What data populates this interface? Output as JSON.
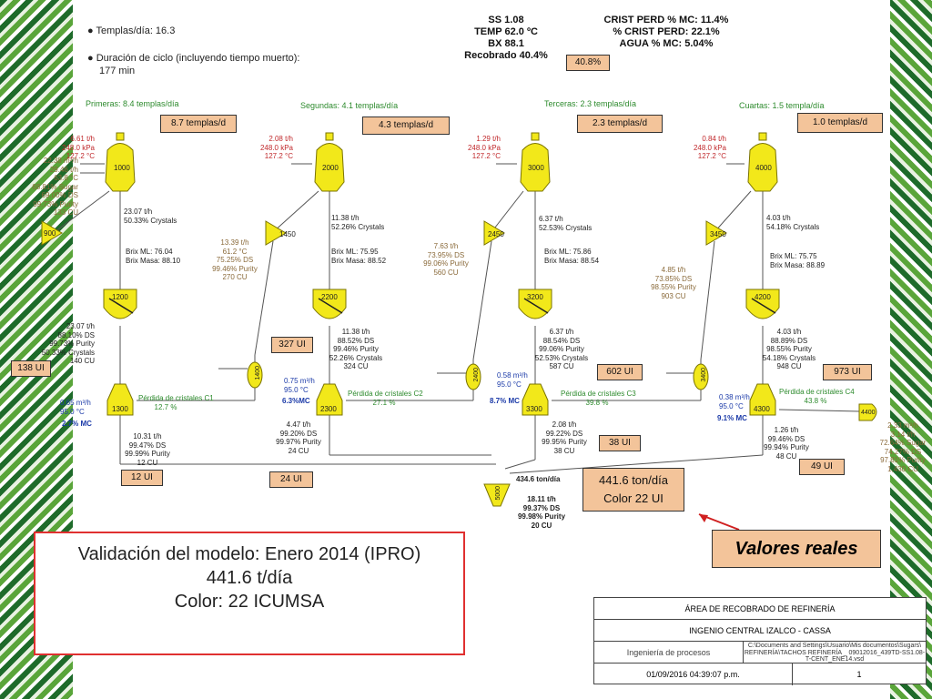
{
  "header": {
    "bullets": [
      "Templas/día: 16.3",
      "Duración de ciclo (incluyendo tiempo muerto):",
      "177 min"
    ],
    "left_block": [
      "SS 1.08",
      "TEMP 62.0 ºC",
      "BX 88.1",
      "Recobrado 40.4%"
    ],
    "right_block": [
      "CRIST PERD % MC: 11.4%",
      "% CRIST PERD: 22.1%",
      "AGUA % MC: 5.04%"
    ],
    "box_40": "40.8%"
  },
  "sections": [
    {
      "title": "Primeras: 8.4 templas/día",
      "box": "8.7 templas/d",
      "steam": [
        "6.61 t/h",
        "248.0 kPa",
        "127.2 °C"
      ],
      "pan": "1000",
      "crystals": [
        "23.07 t/h",
        "50.33% Crystals"
      ],
      "brix": [
        "Brix ML:    76.04",
        "Brix Masa: 88.10"
      ],
      "mixer": "900",
      "crystallizer": "1200",
      "mc": [
        "23.07 t/h",
        "88.10% DS",
        "99.73% Purity",
        "50.33% Crystals",
        "140 CU"
      ],
      "centrifuge": "1300",
      "water": [
        "0.65 m³/h",
        "95.0 °C"
      ],
      "water_mc": "2.7% MC",
      "loss": [
        "Pérdida de cristales C1",
        "12.7 %"
      ],
      "sugar": [
        "10.31 t/h",
        "99.47% DS",
        "99.99% Purity",
        "12 CU"
      ]
    },
    {
      "title": "Segundas: 4.1 templas/día",
      "box": "4.3 templas/d",
      "steam": [
        "2.08 t/h",
        "248.0 kPa",
        "127.2 °C"
      ],
      "pan": "2000",
      "crystals": [
        "11.38 t/h",
        "52.26% Crystals"
      ],
      "brix": [
        "Brix ML:    75.95",
        "Brix Masa: 88.52"
      ],
      "mixer": "1450",
      "crystallizer": "2200",
      "mc": [
        "11.38 t/h",
        "88.52% DS",
        "99.46% Purity",
        "52.26% Crystals",
        "324 CU"
      ],
      "centrifuge": "2300",
      "water": [
        "0.75 m³/h",
        "95.0 °C"
      ],
      "water_mc": "6.3%MC",
      "loss": [
        "Pérdida de cristales C2",
        "27.1 %"
      ],
      "sugar": [
        "4.47 t/h",
        "99.20% DS",
        "99.97% Purity",
        "24 CU"
      ],
      "feed": [
        "13.39 t/h",
        "61.2 °C",
        "75.25% DS",
        "99.46% Purity",
        "270 CU"
      ],
      "pump": "1400"
    },
    {
      "title": "Terceras: 2.3 templas/día",
      "box": "2.3 templas/d",
      "steam": [
        "1.29 t/h",
        "248.0 kPa",
        "127.2 °C"
      ],
      "pan": "3000",
      "crystals": [
        "6.37 t/h",
        "52.53% Crystals"
      ],
      "brix": [
        "Brix ML:    75.86",
        "Brix Masa: 88.54"
      ],
      "mixer": "2450",
      "crystallizer": "3200",
      "mc": [
        "6.37 t/h",
        "88.54% DS",
        "99.06% Purity",
        "52.53% Crystals",
        "587 CU"
      ],
      "centrifuge": "3300",
      "water": [
        "0.58 m³/h",
        "95.0 °C"
      ],
      "water_mc": "8.7% MC",
      "loss": [
        "Pérdida de cristales C3",
        "39.8 %"
      ],
      "sugar": [
        "2.08 t/h",
        "99.22% DS",
        "99.95% Purity",
        "38 CU"
      ],
      "feed": [
        "7.63 t/h",
        "73.95% DS",
        "99.06% Purity",
        "560 CU"
      ],
      "pump": "2400"
    },
    {
      "title": "Cuartas: 1.5 templa/día",
      "box": "1.0 templas/d",
      "steam": [
        "0.84 t/h",
        "248.0 kPa",
        "127.2 °C"
      ],
      "pan": "4000",
      "crystals": [
        "4.03 t/h",
        "54.18% Crystals"
      ],
      "brix": [
        "Brix ML:    75.75",
        "Brix Masa: 88.89"
      ],
      "mixer": "3450",
      "crystallizer": "4200",
      "mc": [
        "4.03 t/h",
        "88.89% DS",
        "98.55% Purity",
        "54.18% Crystals",
        "948 CU"
      ],
      "centrifuge": "4300",
      "water": [
        "0.38 m³/h",
        "95.0 °C"
      ],
      "water_mc": "9.1% MC",
      "loss": [
        "Pérdida de cristales C4",
        "43.8 %"
      ],
      "sugar": [
        "1.26 t/h",
        "99.46% DS",
        "99.94% Purity",
        "48 CU"
      ],
      "feed": [
        "4.85 t/h",
        "73.85% DS",
        "98.55% Purity",
        "903 CU"
      ],
      "pump": "3400"
    }
  ],
  "first_feed": [
    "22.38 m³/h",
    "29.46 t/h",
    "63.8 °C",
    "68.81% Sugar",
    "69.00% DS",
    "99.73% Purity",
    "133 CU"
  ],
  "molasses": {
    "tank": "4400",
    "values": [
      "2.33 m³/h",
      "3.14 t/h",
      "72.64% Sugar",
      "74.27% DS",
      "97.81% Purity",
      "1,430 CU"
    ]
  },
  "product": {
    "hopper": "5000",
    "rate": "434.6 ton/día",
    "values": [
      "18.11 t/h",
      "99.37% DS",
      "99.98% Purity",
      "20 CU"
    ]
  },
  "color_boxes": {
    "c1_mc": "138 UI",
    "c2_mc": "327 UI",
    "c3_mc": "602 UI",
    "c4_mc": "973 UI",
    "s1": "12 UI",
    "s2": "24 UI",
    "s3": "38 UI",
    "s4": "49 UI"
  },
  "real_box": [
    "441.6 ton/día",
    "Color 22 UI"
  ],
  "valores_label": "Valores reales",
  "validation": [
    "Validación del modelo: Enero 2014 (IPRO)",
    "441.6 t/día",
    "Color: 22 ICUMSA"
  ],
  "title_block": {
    "area": "ÁREA DE RECOBRADO DE REFINERÍA",
    "company": "INGENIO CENTRAL IZALCO - CASSA",
    "dept": "Ingeniería de procesos",
    "path": [
      "C:\\Documents and Settings\\Usuario\\Mis documentos\\Sugars\\",
      "REFINERÍA\\TACHOS REFINERÍA _ 09012016_439TD-SS1.08-",
      "T-CENT_ENE14.vsd"
    ],
    "date": "01/09/2016 04:39:07 p.m.",
    "page": "1"
  },
  "colors": {
    "vessel": "#f2e81a",
    "vessel_edge": "#7a7300",
    "accent_red": "#c0282b",
    "box_fill": "#f3c49a"
  }
}
